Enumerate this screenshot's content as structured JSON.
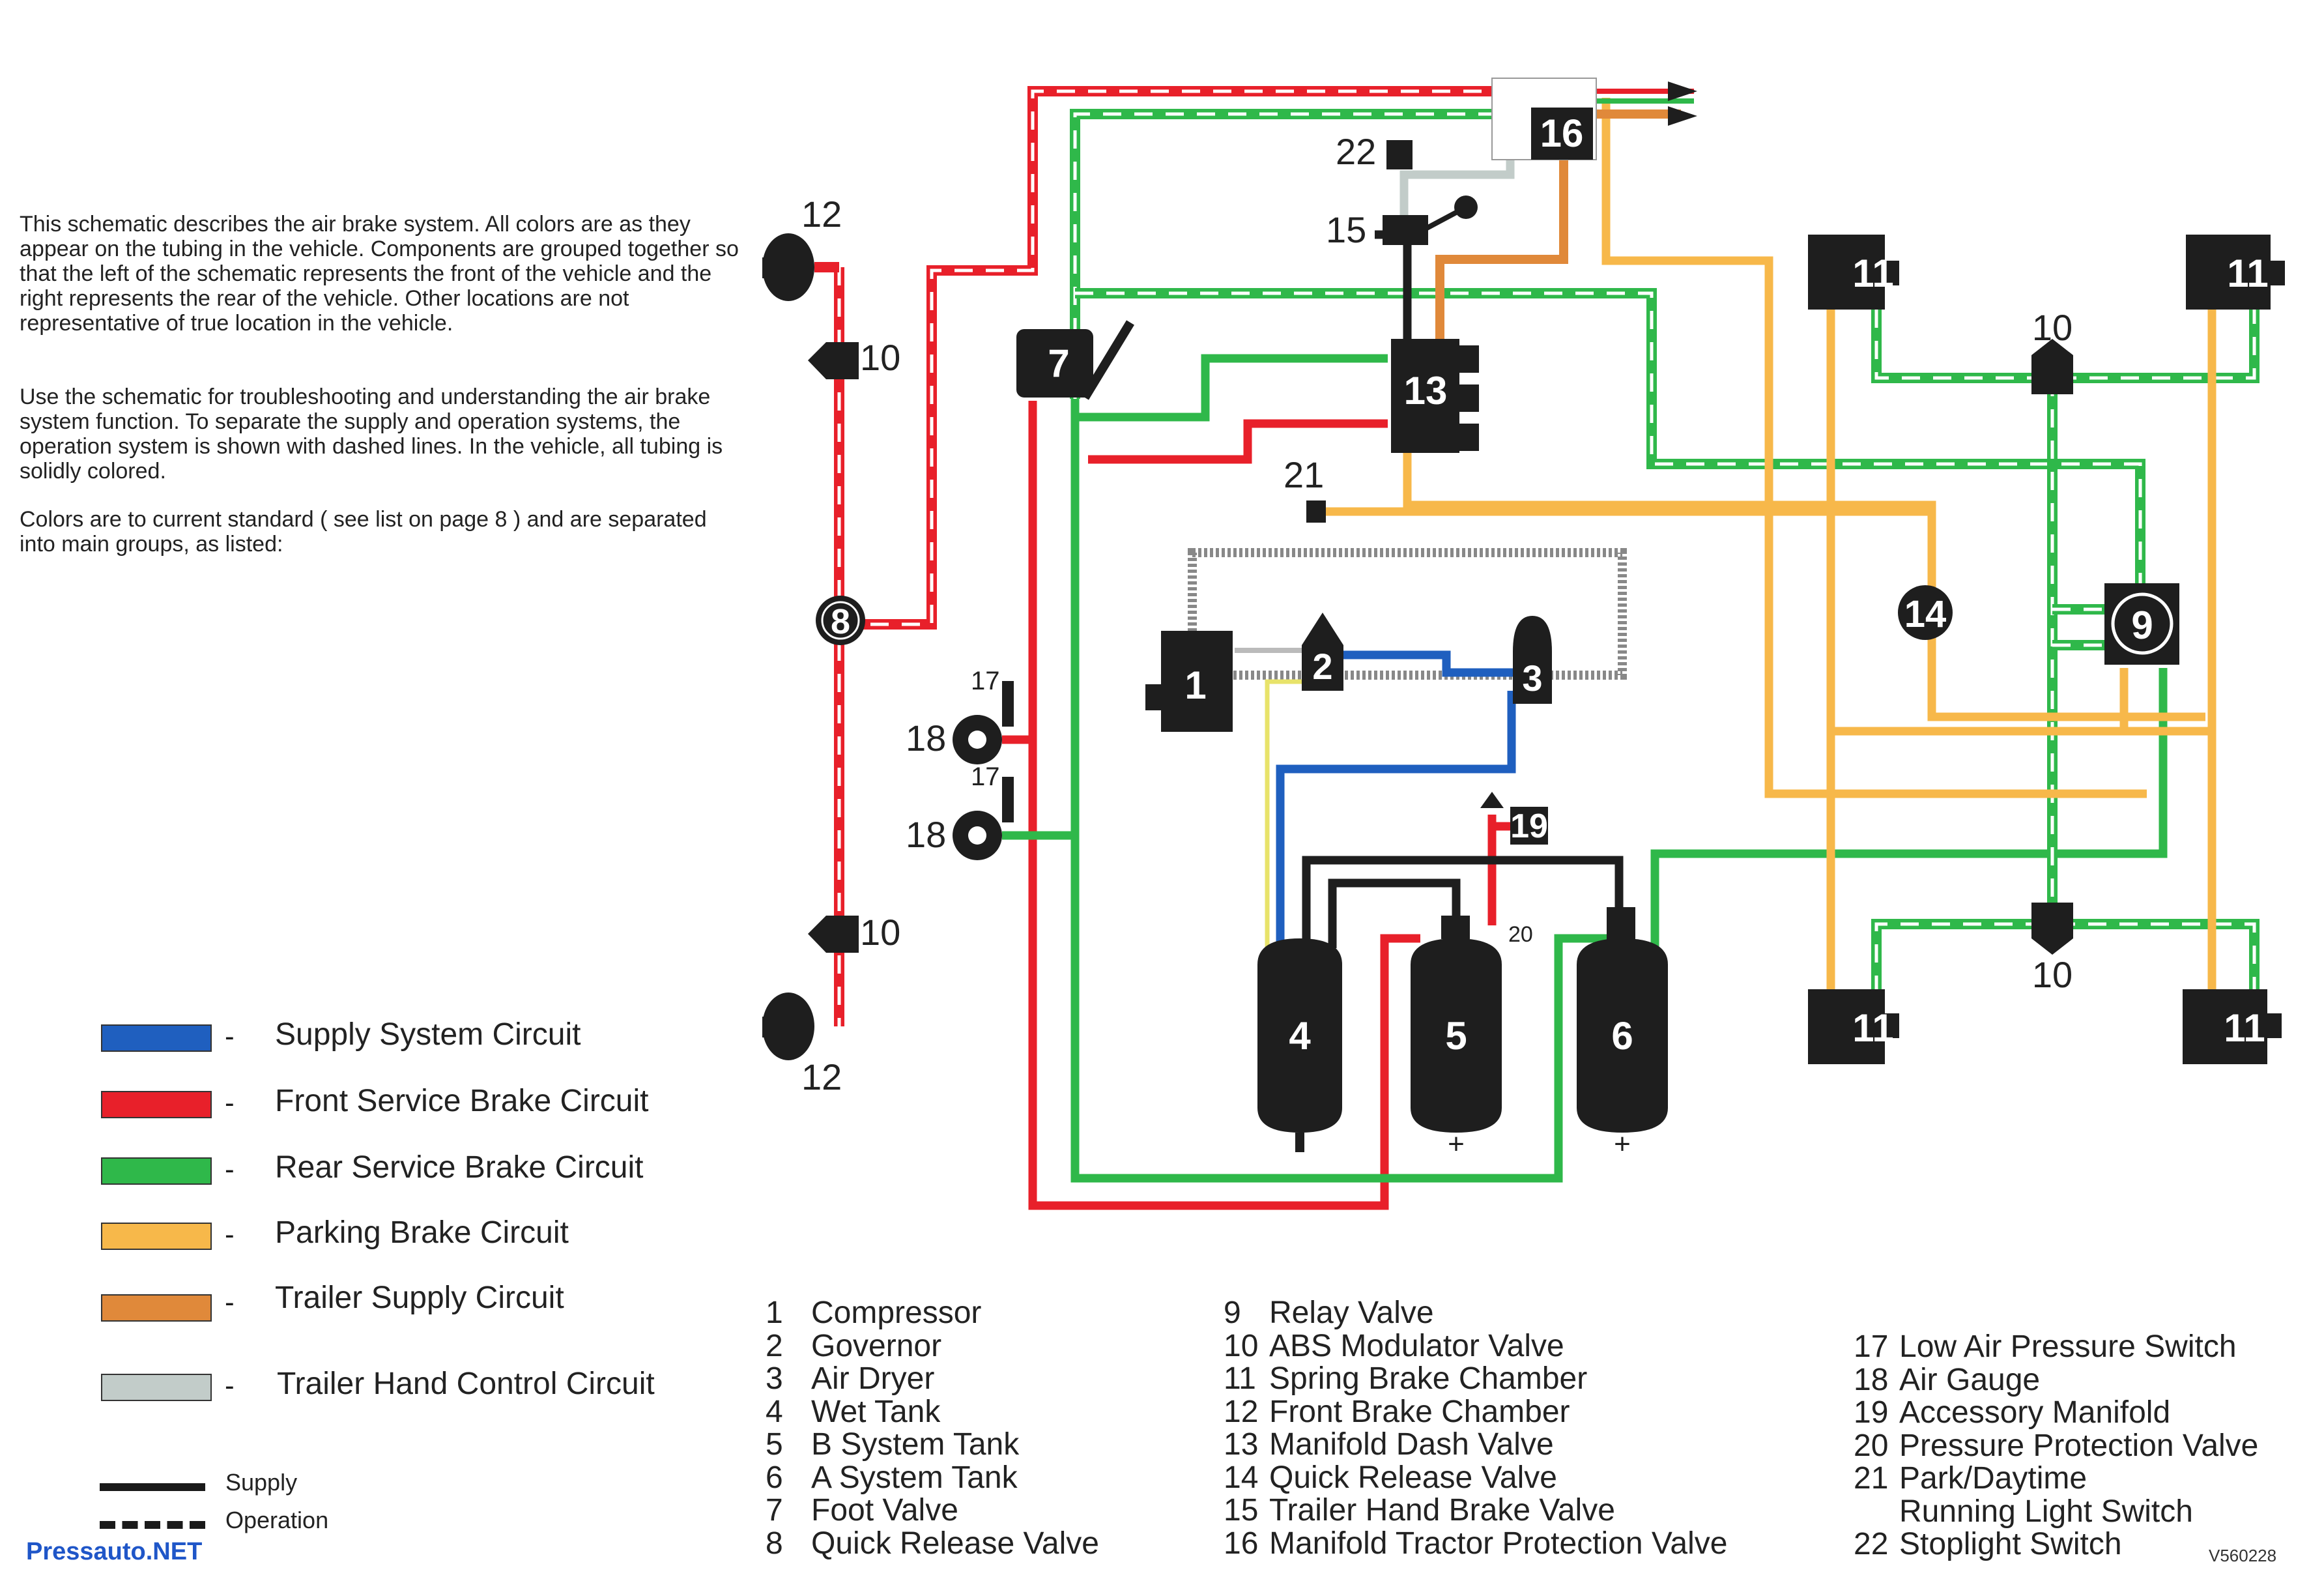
{
  "description": [
    "This schematic describes the air brake system. All colors are as they appear on the tubing in the vehicle. Components are grouped together so that the left of the schematic represents the front of the vehicle and the right represents the rear of the vehicle. Other locations are not representative of true location in the vehicle.",
    "Use the schematic for troubleshooting and understanding the air brake system function. To separate the supply and operation systems, the operation system is shown with dashed lines. In the vehicle, all tubing is solidly colored.",
    "Colors are to current standard ( see list on page 8 ) and are separated into main groups, as listed:"
  ],
  "colors": {
    "supply": "#1f5fbf",
    "front_service": "#e8202a",
    "rear_service": "#2fb84a",
    "parking": "#f7b84a",
    "trailer_supply": "#e0893a",
    "trailer_hand": "#c2ccc9",
    "component": "#1e1e1e"
  },
  "legend": [
    {
      "color": "#1f5fbf",
      "dash": "-",
      "label": "Supply System Circuit"
    },
    {
      "color": "#e8202a",
      "dash": "-",
      "label": "Front Service Brake Circuit"
    },
    {
      "color": "#2fb84a",
      "dash": "-",
      "label": "Rear Service Brake Circuit"
    },
    {
      "color": "#f7b84a",
      "dash": "-",
      "label": "Parking Brake Circuit"
    },
    {
      "color": "#e0893a",
      "dash": "-",
      "label": "Trailer Supply Circuit"
    },
    {
      "color": "#c2ccc9",
      "dash": "-",
      "label": "Trailer Hand Control Circuit"
    }
  ],
  "line_key": {
    "supply": "Supply",
    "operation": "Operation"
  },
  "components": {
    "n1": "1",
    "n2": "2",
    "n3": "3",
    "n4": "4",
    "n5": "5",
    "n6": "6",
    "n7": "7",
    "n8": "8",
    "n9": "9",
    "n10": "10",
    "n11": "11",
    "n12": "12",
    "n13": "13",
    "n14": "14",
    "n15": "15",
    "n16": "16",
    "n17": "17",
    "n18": "18",
    "n19": "19",
    "n20": "20",
    "n21": "21",
    "n22": "22"
  },
  "parts_list": [
    [
      {
        "num": "1",
        "name": "Compressor"
      },
      {
        "num": "2",
        "name": "Governor"
      },
      {
        "num": "3",
        "name": "Air Dryer"
      },
      {
        "num": "4",
        "name": "Wet Tank"
      },
      {
        "num": "5",
        "name": "B System Tank"
      },
      {
        "num": "6",
        "name": "A System Tank"
      },
      {
        "num": "7",
        "name": "Foot Valve"
      },
      {
        "num": "8",
        "name": "Quick Release Valve"
      }
    ],
    [
      {
        "num": "9",
        "name": "Relay Valve"
      },
      {
        "num": "10",
        "name": "ABS Modulator Valve"
      },
      {
        "num": "11",
        "name": "Spring Brake Chamber"
      },
      {
        "num": "12",
        "name": "Front Brake Chamber"
      },
      {
        "num": "13",
        "name": "Manifold Dash Valve"
      },
      {
        "num": "14",
        "name": "Quick Release Valve"
      },
      {
        "num": "15",
        "name": "Trailer Hand Brake Valve"
      },
      {
        "num": "16",
        "name": "Manifold Tractor Protection Valve"
      }
    ],
    [
      {
        "num": "17",
        "name": "Low Air Pressure Switch"
      },
      {
        "num": "18",
        "name": "Air Gauge"
      },
      {
        "num": "19",
        "name": "Accessory Manifold"
      },
      {
        "num": "20",
        "name": "Pressure Protection Valve"
      },
      {
        "num": "21",
        "name": "Park/Daytime"
      },
      {
        "num": "",
        "name": "Running Light Switch"
      },
      {
        "num": "22",
        "name": "Stoplight Switch"
      }
    ]
  ],
  "watermark": "Pressauto.NET",
  "doc_code": "V560228"
}
